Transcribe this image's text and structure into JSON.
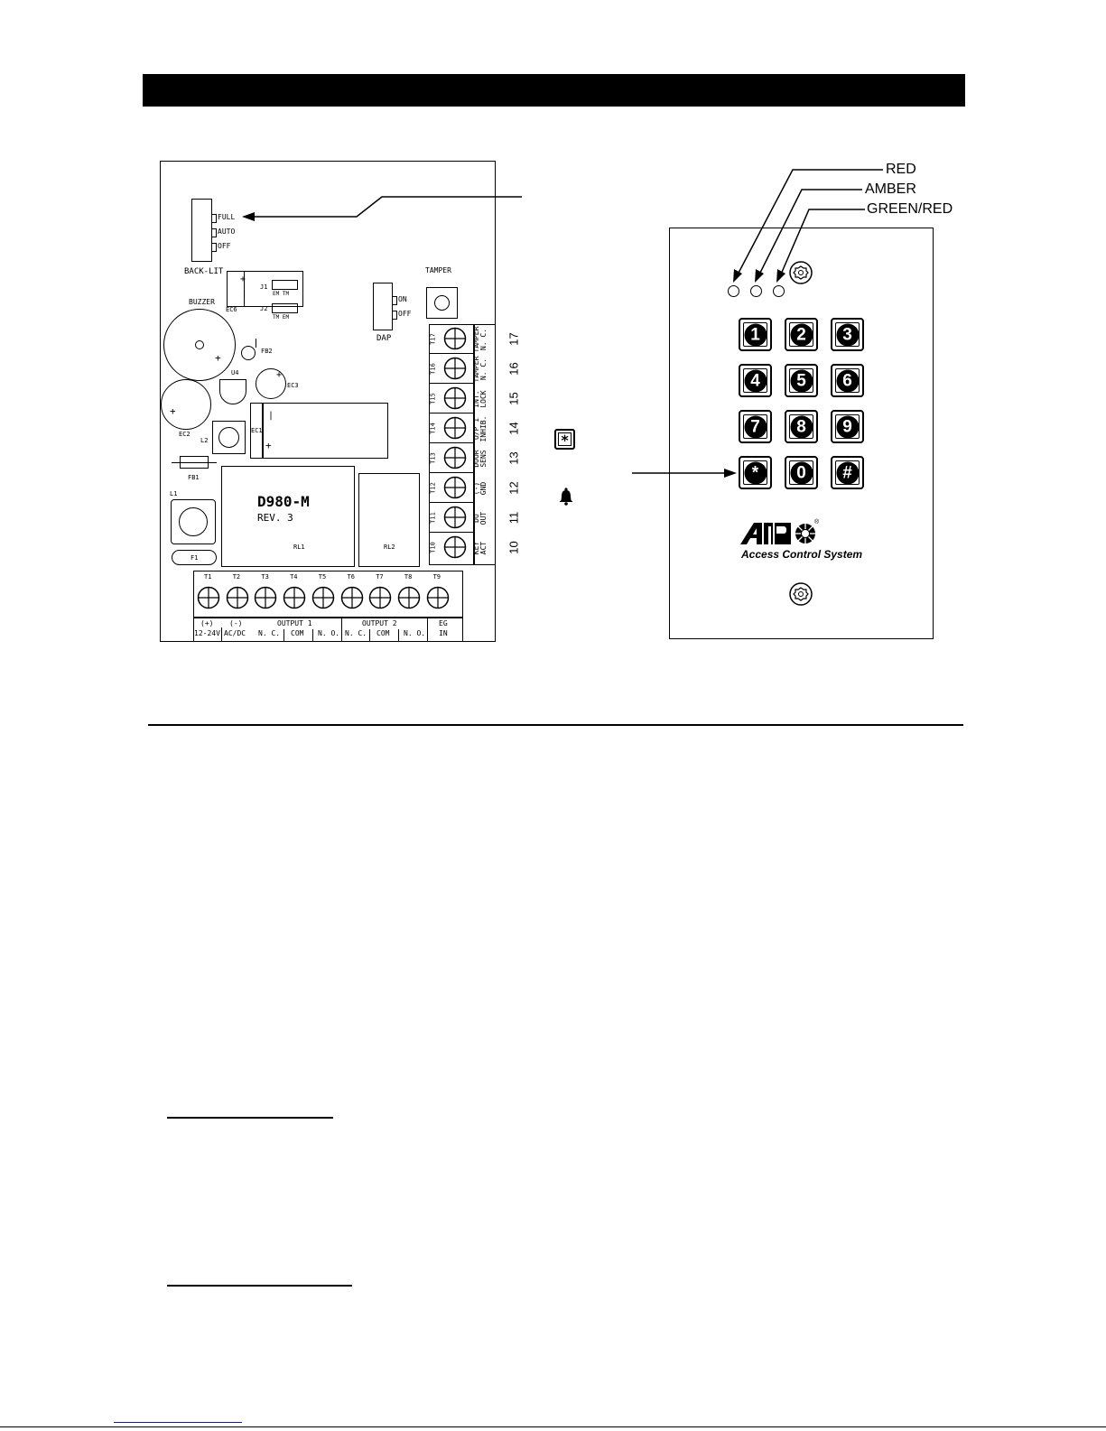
{
  "board": {
    "backlit": {
      "label": "BACK-LIT",
      "options": [
        "FULL",
        "AUTO",
        "OFF"
      ]
    },
    "buzzer": "BUZZER",
    "tamper": "TAMPER",
    "dap": {
      "label": "DAP",
      "on": "ON",
      "off": "OFF"
    },
    "components": {
      "ec6": "EC6",
      "j1": "J1",
      "j2": "J2",
      "j1_opts": "EM TM",
      "j2_opts": "TM EM",
      "fb2": "FB2",
      "u4": "U4",
      "ec3": "EC3",
      "ec2": "EC2",
      "ec1": "EC1",
      "l2": "L2",
      "fb1": "FB1",
      "l1": "L1",
      "f1": "F1",
      "rl1": "RL1",
      "rl2": "RL2"
    },
    "model": "D980-M",
    "revision": "REV. 3",
    "bottom_terminals": [
      "T1",
      "T2",
      "T3",
      "T4",
      "T5",
      "T6",
      "T7",
      "T8",
      "T9"
    ],
    "bottom_labels": {
      "t1_top": "(+)",
      "t1_bot": "12-24V",
      "t2_top": "(-)",
      "t2_bot": "AC/DC",
      "out1": "OUTPUT  1",
      "out2": "OUTPUT  2",
      "nc": "N. C.",
      "com": "COM",
      "no": "N. O.",
      "eg_top": "EG",
      "eg_bot": "IN"
    },
    "side_terminals": [
      {
        "id": "T17",
        "line1": "TAMPER",
        "line2": "N. C.",
        "num": "17"
      },
      {
        "id": "T16",
        "line1": "TAMPER",
        "line2": "N. C.",
        "num": "16"
      },
      {
        "id": "T15",
        "line1": "INT.",
        "line2": "LOCK",
        "num": "15"
      },
      {
        "id": "T14",
        "line1": "O/P 1",
        "line2": "INHIB.",
        "num": "14"
      },
      {
        "id": "T13",
        "line1": "DOOR",
        "line2": "SENS",
        "num": "13"
      },
      {
        "id": "T12",
        "line1": "(-)",
        "line2": "GND",
        "num": "12"
      },
      {
        "id": "T11",
        "line1": "DU",
        "line2": "OUT",
        "num": "11"
      },
      {
        "id": "T10",
        "line1": "KEY",
        "line2": "ACT",
        "num": "10"
      }
    ]
  },
  "leds": {
    "red": "RED",
    "amber": "AMBER",
    "green_red": "GREEN/RED"
  },
  "keypad": {
    "keys": [
      "1",
      "2",
      "3",
      "4",
      "5",
      "6",
      "7",
      "8",
      "9",
      "*",
      "0",
      "#"
    ]
  },
  "icons": {
    "star_key": "star-key-icon",
    "bell": "bell-icon"
  },
  "brand": {
    "logo": "APO",
    "subtitle": "Access Control System"
  }
}
